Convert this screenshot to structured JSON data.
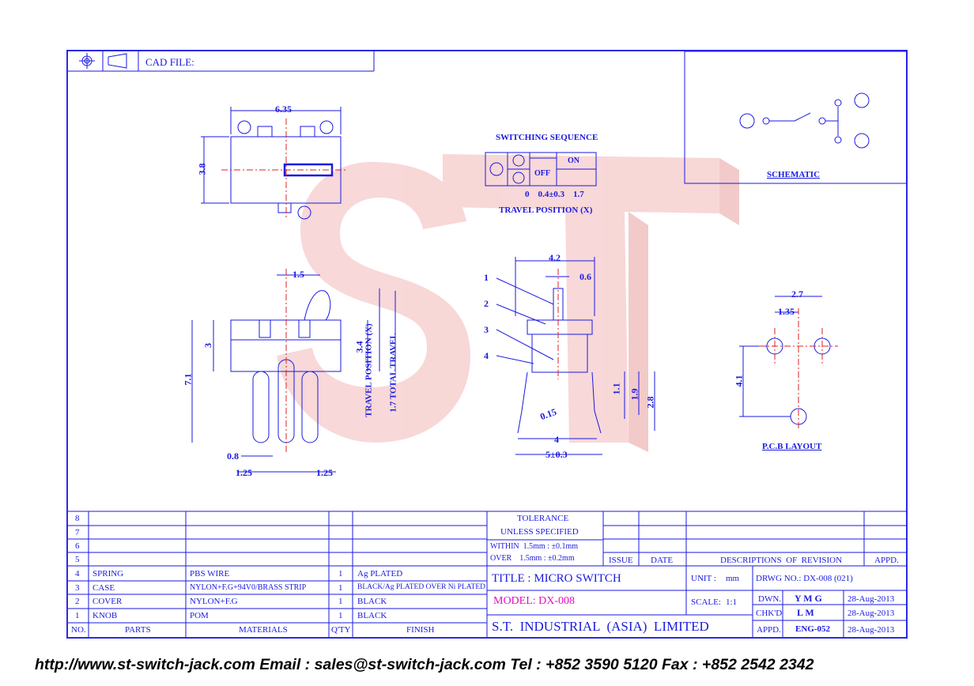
{
  "title_block": {
    "cad_file_label": "CAD FILE:",
    "schematic_label": "SCHEMATIC",
    "pcb_layout_label": "P.C.B LAYOUT",
    "watermark": "ST"
  },
  "switching_sequence": {
    "title": "SWITCHING SEQUENCE",
    "off": "OFF",
    "on": "ON",
    "positions": "0    0.4±0.3    1.7",
    "travel_label": "TRAVEL POSITION (X)"
  },
  "dims": {
    "top_width": "6.35",
    "top_height": "3.8",
    "knob_offset": "1.5",
    "height_3": "3",
    "height_71": "7.1",
    "height_34": "3.4",
    "pin_08": "0.8",
    "pitch_a": "1.25",
    "pitch_b": "1.25",
    "travel_x": "TRAVEL POSITION (X)",
    "total_travel": "1.7 TOTAL TRAVEL",
    "side_width": "4.2",
    "side_knob": "0.6",
    "side_015": "0.15",
    "side_4": "4",
    "side_5": "5±0.3",
    "side_11": "1.1",
    "side_19": "1.9",
    "side_28": "2.8",
    "pcb_27": "2.7",
    "pcb_135": "1.35",
    "pcb_41": "4.1"
  },
  "callouts": [
    "1",
    "2",
    "3",
    "4"
  ],
  "parts_table": {
    "headers": {
      "no": "NO.",
      "parts": "PARTS",
      "materials": "MATERIALS",
      "qty": "Q'TY",
      "finish": "FINISH"
    },
    "rows": [
      {
        "no": "8",
        "parts": "",
        "materials": "",
        "qty": "",
        "finish": ""
      },
      {
        "no": "7",
        "parts": "",
        "materials": "",
        "qty": "",
        "finish": ""
      },
      {
        "no": "6",
        "parts": "",
        "materials": "",
        "qty": "",
        "finish": ""
      },
      {
        "no": "5",
        "parts": "",
        "materials": "",
        "qty": "",
        "finish": ""
      },
      {
        "no": "4",
        "parts": "SPRING",
        "materials": "PBS WIRE",
        "qty": "1",
        "finish": "Ag PLATED"
      },
      {
        "no": "3",
        "parts": "CASE",
        "materials": "NYLON+F.G+94V0/BRASS STRIP",
        "qty": "1",
        "finish": "BLACK/Ag PLATED OVER Ni PLATED"
      },
      {
        "no": "2",
        "parts": "COVER",
        "materials": "NYLON+F.G",
        "qty": "1",
        "finish": "BLACK"
      },
      {
        "no": "1",
        "parts": "KNOB",
        "materials": "POM",
        "qty": "1",
        "finish": "BLACK"
      }
    ]
  },
  "tolerance": {
    "line1": "TOLERANCE",
    "line2": "UNLESS   SPECIFIED",
    "within": "WITHIN  1.5mm : ±0.1mm",
    "over": "OVER    1.5mm : ±0.2mm"
  },
  "revision": {
    "issue": "ISSUE",
    "date": "DATE",
    "desc": "DESCRIPTIONS  OF  REVISION",
    "appd": "APPD."
  },
  "drawing": {
    "title": "TITLE : MICRO SWITCH",
    "unit_label": "UNIT :",
    "unit_value": "mm",
    "drwg_no": "DRWG NO.: DX-008 (021)",
    "model": "MODEL: DX-008",
    "scale_label": "SCALE:",
    "scale_value": "1:1",
    "company": "S.T.  INDUSTRIAL  (ASIA)  LIMITED",
    "dwn_label": "DWN.",
    "dwn_value": "Y M G",
    "dwn_date": "28-Aug-2013",
    "chkd_label": "CHK'D",
    "chkd_value": "L M",
    "chkd_date": "28-Aug-2013",
    "appd_label": "APPD.",
    "appd_value": "ENG-052",
    "appd_date": "28-Aug-2013"
  },
  "footer": "http://www.st-switch-jack.com  Email : sales@st-switch-jack.com  Tel : +852 3590 5120  Fax : +852 2542 2342",
  "colors": {
    "line": "#1a1ae0",
    "watermark": "#f0a8a8",
    "magenta": "#e010c0",
    "center": "#e02020"
  }
}
